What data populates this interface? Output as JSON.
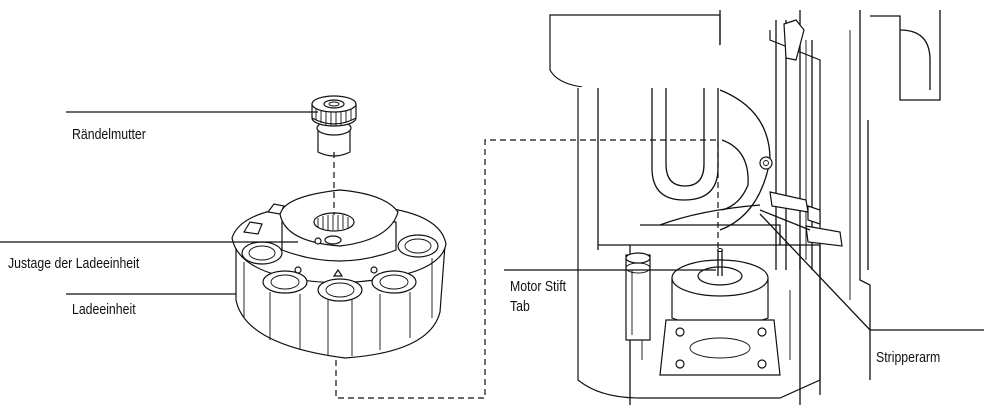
{
  "labels": {
    "thumb_nut": "Rändelmutter",
    "loader_adjust": "Justage der Ladeeinheit",
    "loader_unit": "Ladeeinheit",
    "motor_pin_line1": "Motor Stift",
    "motor_pin_line2": "Tab",
    "stripper_arm": "Stripperarm"
  },
  "colors": {
    "line": "#111111",
    "background": "#ffffff"
  }
}
